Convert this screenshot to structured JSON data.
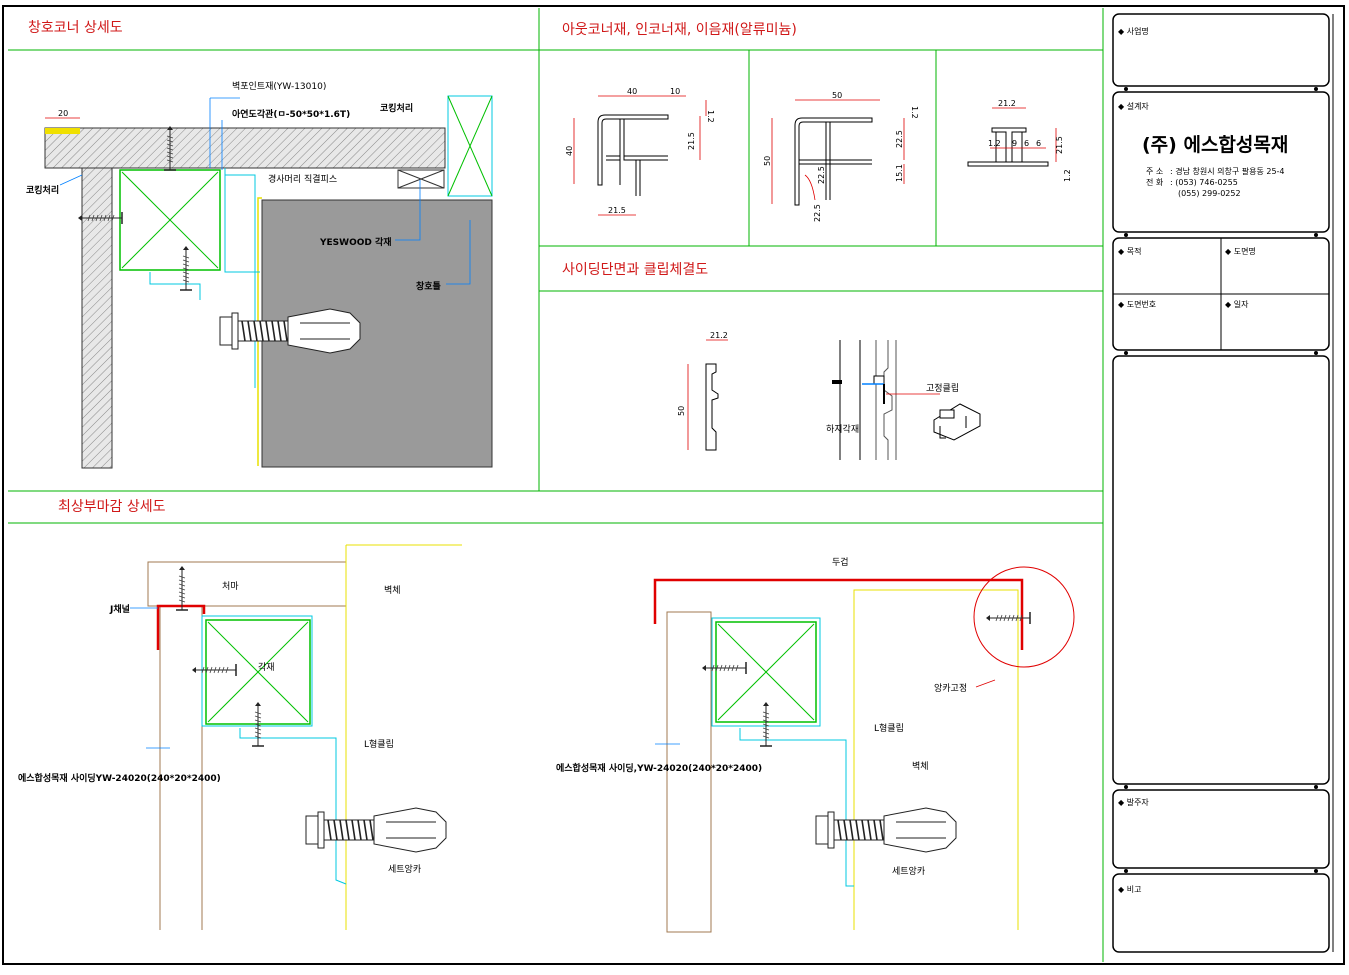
{
  "sections": {
    "window_corner": "창호코너 상세도",
    "profiles": "아웃코너재, 인코너재, 이음재(알류미늄)",
    "siding": "사이딩단면과 클립체결도",
    "top_finish": "최상부마감 상세도"
  },
  "window_labels": {
    "wall_point": "벽포인트재(YW-13010)",
    "steel_pipe": "아연도각관(ㅁ-50*50*1.6T)",
    "caulk_top": "코킹처리",
    "caulk_left": "코킹처리",
    "chamfer": "경사머리 직결피스",
    "yeswood": "YESWOOD 각재",
    "window_frame": "창호틀"
  },
  "profile_dims": {
    "p1": [
      "40",
      "10",
      "1.2",
      "21.5",
      "40",
      "21.5"
    ],
    "p2": [
      "50",
      "1.2",
      "22.5",
      "50",
      "15.1",
      "22.5",
      "22.5"
    ],
    "p3": [
      "21.2",
      "1.2",
      "9",
      "6",
      "6",
      "21.5",
      "1.2"
    ]
  },
  "siding_labels": {
    "dim_top": "21.2",
    "dim_side": "50",
    "clip": "고정클립",
    "stud": "하지각재"
  },
  "top_labels": {
    "eave": "처마",
    "j_channel": "J채널",
    "wall_left": "벽체",
    "stud_left": "각재",
    "l_clip_left": "L형클립",
    "siding_left": "에스합성목재 사이딩YW-24020(240*20*2400)",
    "anchor_left": "세트앙카",
    "cap": "두겁",
    "anchor_fix": "앙카고정",
    "l_clip_right": "L형클립",
    "wall_right": "벽체",
    "siding_right": "에스합성목재 사이딩,YW-24020(240*20*2400)",
    "anchor_right": "세트앙카"
  },
  "title_block": {
    "project": "사업명",
    "designer": "설계자",
    "company": "(주) 에스합성목재",
    "addr_label": "주  소",
    "addr": ": 경남 창원시 의창구 팔용동 25-4",
    "tel_label": "전  화",
    "tel1": ": (053) 746-0255",
    "tel2": "(055) 299-0252",
    "purpose": "목적",
    "drawing_name": "도면명",
    "drawing_no": "도면번호",
    "date": "일자",
    "orderer": "발주자",
    "remarks": "비고"
  },
  "colors": {
    "frame": "#000000",
    "divider": "#00b400",
    "title": "#d01818",
    "cyan": "#00c8e0",
    "yellow": "#e8e000",
    "wood": "#a07850",
    "gray_fill": "#9a9a9a",
    "red_line": "#e00000"
  }
}
